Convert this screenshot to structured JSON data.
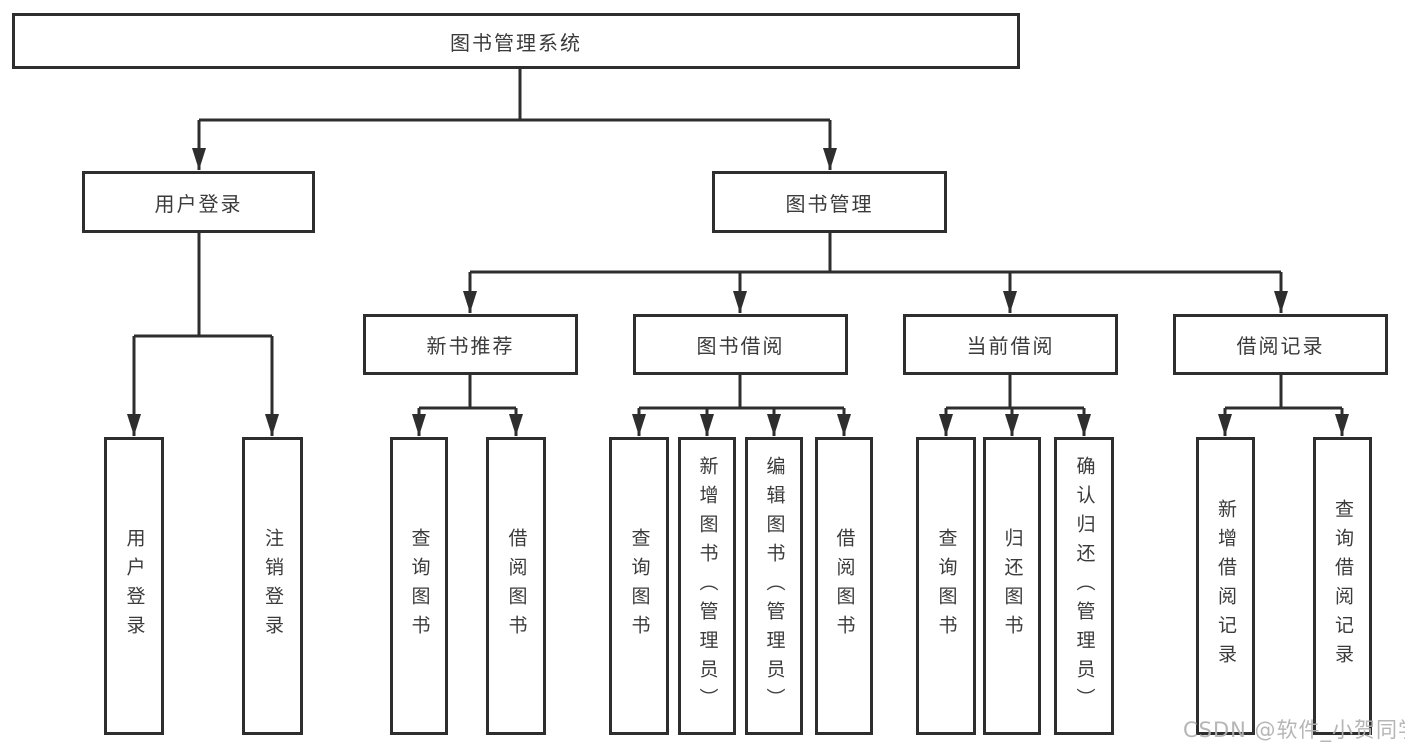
{
  "diagram": {
    "type": "tree-diagram",
    "watermark": "CSDN @软件_小贺同学",
    "colors": {
      "line": "#2e2e2e",
      "text": "#3b3b3b",
      "box_background": "#ffffff",
      "page_background": "#ffffff",
      "watermark": "#b2b2b2"
    },
    "root": {
      "label": "图书管理系统"
    },
    "branches": {
      "user_login": {
        "label": "用户登录",
        "children": [
          {
            "label": "用户登录"
          },
          {
            "label": "注销登录"
          }
        ]
      },
      "book_mgmt": {
        "label": "图书管理",
        "children": [
          {
            "label": "新书推荐",
            "children": [
              {
                "label": "查询图书"
              },
              {
                "label": "借阅图书"
              }
            ]
          },
          {
            "label": "图书借阅",
            "children": [
              {
                "label": "查询图书"
              },
              {
                "label": "新增图书（管理员）"
              },
              {
                "label": "编辑图书（管理员）"
              },
              {
                "label": "借阅图书"
              }
            ]
          },
          {
            "label": "当前借阅",
            "children": [
              {
                "label": "查询图书"
              },
              {
                "label": "归还图书"
              },
              {
                "label": "确认归还（管理员）"
              }
            ]
          },
          {
            "label": "借阅记录",
            "children": [
              {
                "label": "新增借阅记录"
              },
              {
                "label": "查询借阅记录"
              }
            ]
          }
        ]
      }
    }
  }
}
